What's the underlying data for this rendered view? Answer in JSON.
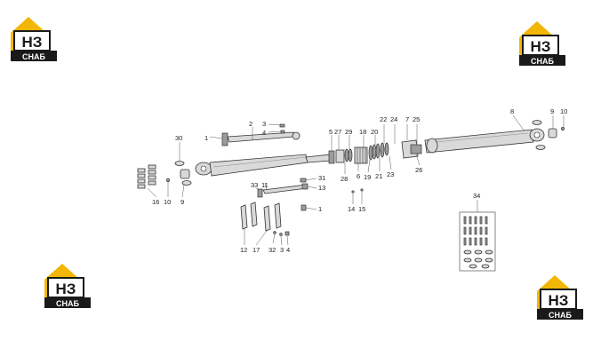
{
  "logo": {
    "mark": "НЗ",
    "caption": "СНАБ",
    "accent": "#f2b705",
    "dark": "#1a1a1a"
  },
  "labels": {
    "l1a": "1",
    "l2": "2",
    "l3a": "3",
    "l4a": "4",
    "l30": "30",
    "l5": "5",
    "l27": "27",
    "l29": "29",
    "l18": "18",
    "l20": "20",
    "l22": "22",
    "l24": "24",
    "l7": "7",
    "l25": "25",
    "l8": "8",
    "l9a": "9",
    "l10a": "10",
    "l28": "28",
    "l6": "6",
    "l19": "19",
    "l21": "21",
    "l23": "23",
    "l26": "26",
    "l16": "16",
    "l10b": "10",
    "l9b": "9",
    "l33": "33",
    "l11": "11",
    "l31": "31",
    "l13": "13",
    "l14": "14",
    "l15": "15",
    "l1b": "1",
    "l12": "12",
    "l17": "17",
    "l32": "32",
    "l3b": "3",
    "l4b": "4",
    "l34": "34"
  }
}
